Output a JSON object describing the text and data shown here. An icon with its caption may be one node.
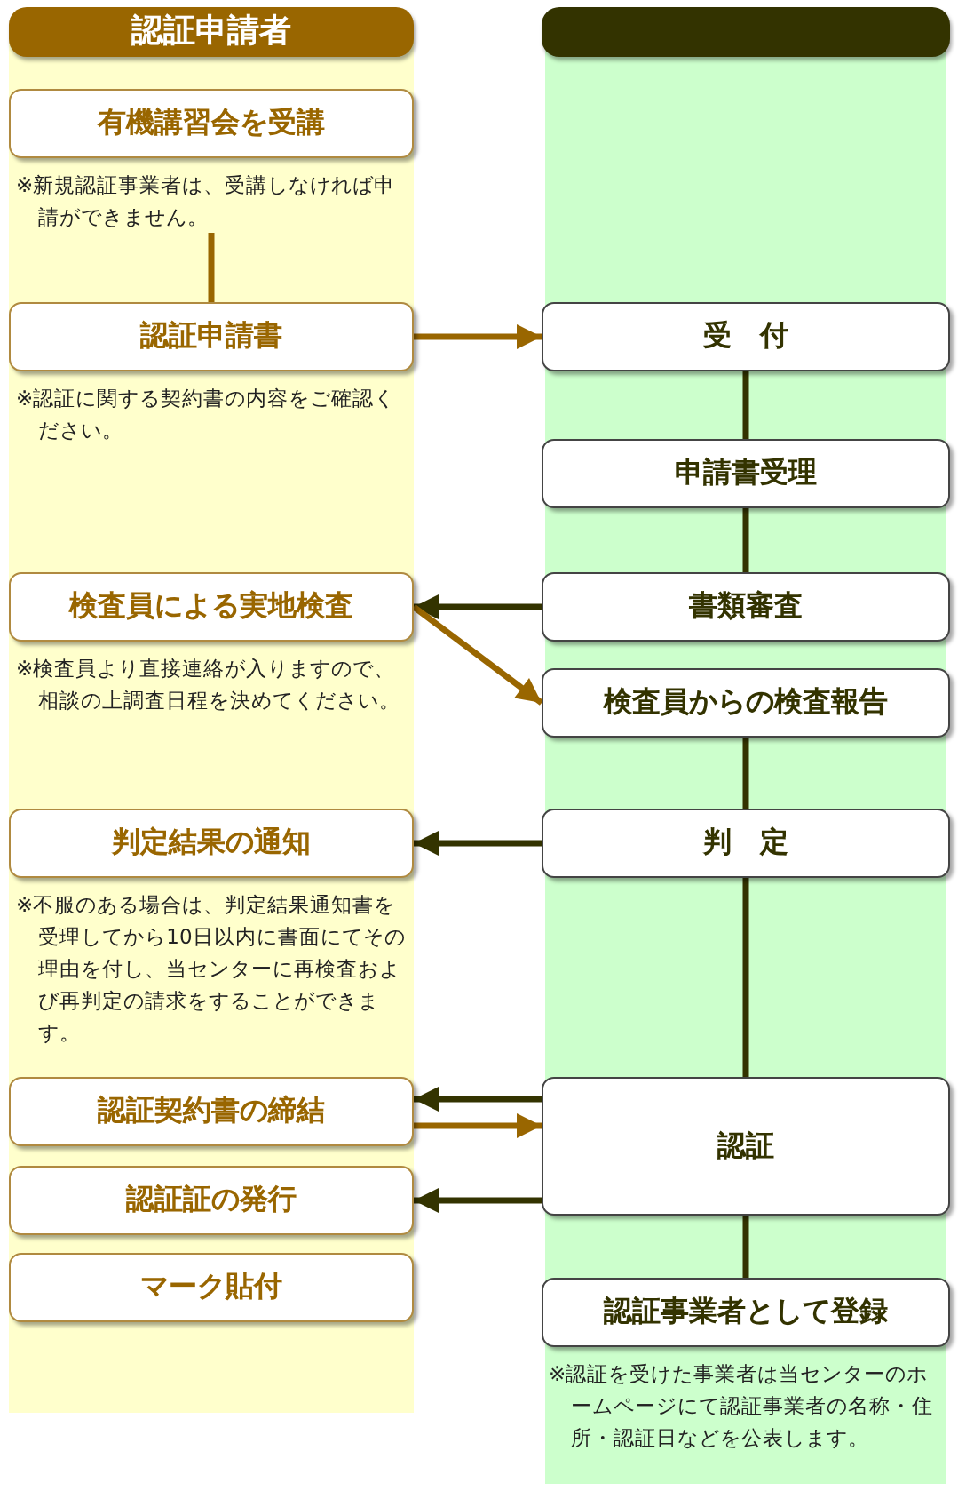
{
  "diagram": {
    "nodes": [
      {
        "text": [
          "認証申請者"
        ]
      },
      {
        "text": [],
        "shape": "box"
      },
      {
        "text": [
          "有機講習会を受講"
        ],
        "in": 0,
        "beside": [
          "※新規認証事業者は、受講しなければ申請ができません。"
        ]
      },
      {
        "text": [
          "認証申請書"
        ],
        "in": 0,
        "beside": [
          "※認証に関する契約書の内容をご確認ください。"
        ]
      },
      {
        "text": [
          "検査員による実地検査"
        ],
        "in": 0,
        "beside": [
          "※検査員より直接連絡が入りますので、相談の上調査日程を決めてください。"
        ]
      },
      {
        "text": [
          "判定結果の通知"
        ],
        "in": 0,
        "beside": [
          "※不服のある場合は、判定結果通知書を受理してから10日以内に書面にてその理由を付し、当センターに再検査および再判定の請求をすることができます。"
        ]
      },
      {
        "text": [
          "認証契約書の締結"
        ],
        "in": 0
      },
      {
        "text": [
          "認証証の発行"
        ],
        "in": 0
      },
      {
        "text": [
          "マーク貼付"
        ],
        "in": 0
      },
      {
        "text": [
          "受　付"
        ],
        "in": 1
      },
      {
        "text": [
          "申請書受理"
        ],
        "in": 1
      },
      {
        "text": [
          "書類審査"
        ],
        "in": 1
      },
      {
        "text": [
          "検査員からの検査報告"
        ],
        "in": 1
      },
      {
        "text": [
          "判　定"
        ],
        "in": 1
      },
      {
        "text": [
          "認証"
        ],
        "in": 1
      },
      {
        "text": [
          "認証事業者として登録"
        ],
        "in": 1,
        "beside": [
          "※認証を受けた事業者は当センターのホームページにて認証事業者の名称・住所・認証日などを公表します。"
        ]
      }
    ],
    "edges": [
      {
        "from": 2,
        "to": 3,
        "arrow": "none",
        "color": "#996600"
      },
      {
        "from": 3,
        "to": 9,
        "arrow": "to",
        "color": "#996600"
      },
      {
        "from": 9,
        "to": 10,
        "arrow": "none"
      },
      {
        "from": 10,
        "to": 11,
        "arrow": "none"
      },
      {
        "from": 11,
        "to": 4,
        "arrow": "to"
      },
      {
        "from": 4,
        "to": 12,
        "arrow": "to",
        "color": "#996600"
      },
      {
        "from": 12,
        "to": 13,
        "arrow": "none"
      },
      {
        "from": 13,
        "to": 5,
        "arrow": "to"
      },
      {
        "from": 13,
        "to": 14,
        "arrow": "none"
      },
      {
        "from": 14,
        "to": 6,
        "arrow": "to"
      },
      {
        "from": 6,
        "to": 14,
        "arrow": "to",
        "color": "#996600"
      },
      {
        "from": 14,
        "to": 7,
        "arrow": "to"
      },
      {
        "from": 14,
        "to": 15,
        "arrow": "none"
      }
    ]
  }
}
